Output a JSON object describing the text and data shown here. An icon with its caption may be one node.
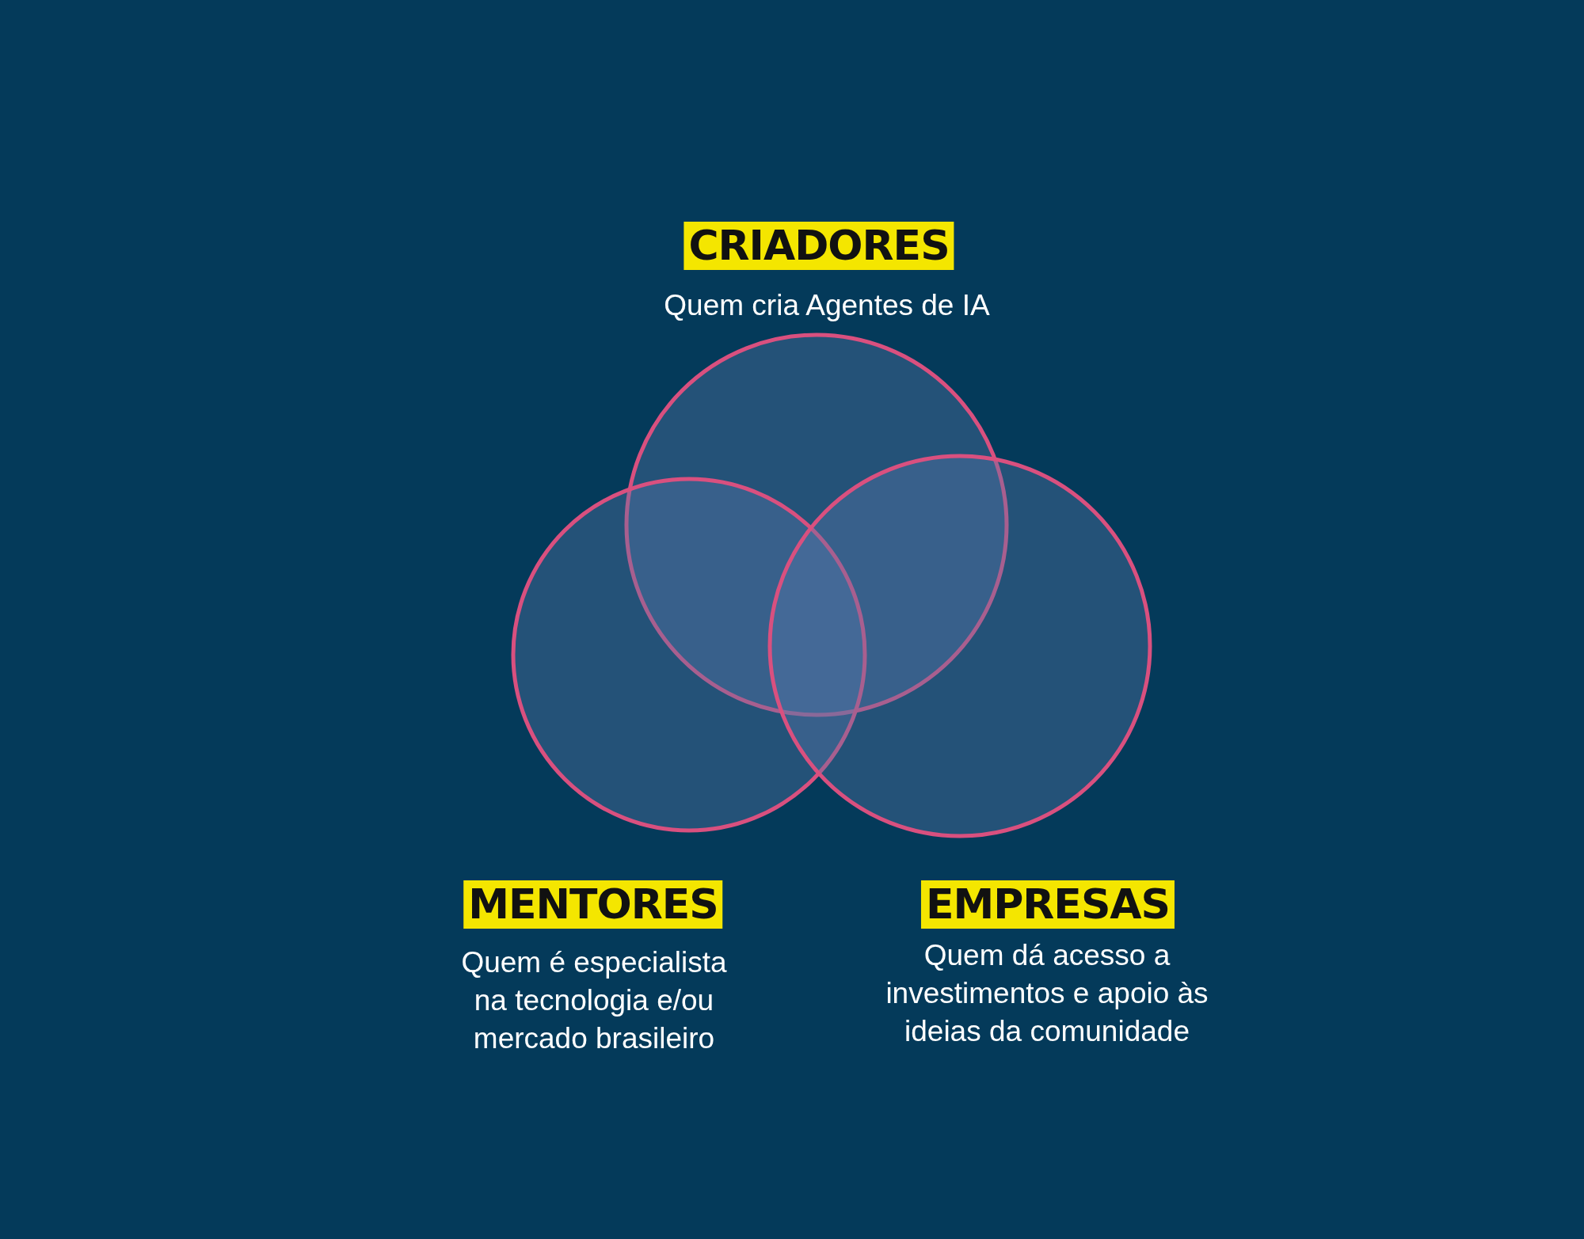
{
  "diagram": {
    "nodes": [
      {
        "text": [
          "CRIADORES",
          "Quem cria Agentes de IA"
        ]
      },
      {
        "text": [
          "MENTORES",
          "Quem é especialista na tecnologia e/ou mercado brasileiro"
        ]
      },
      {
        "text": [
          "EMPRESAS",
          "Quem dá acesso a investimentos e apoio às ideias da comunidade"
        ]
      }
    ]
  }
}
